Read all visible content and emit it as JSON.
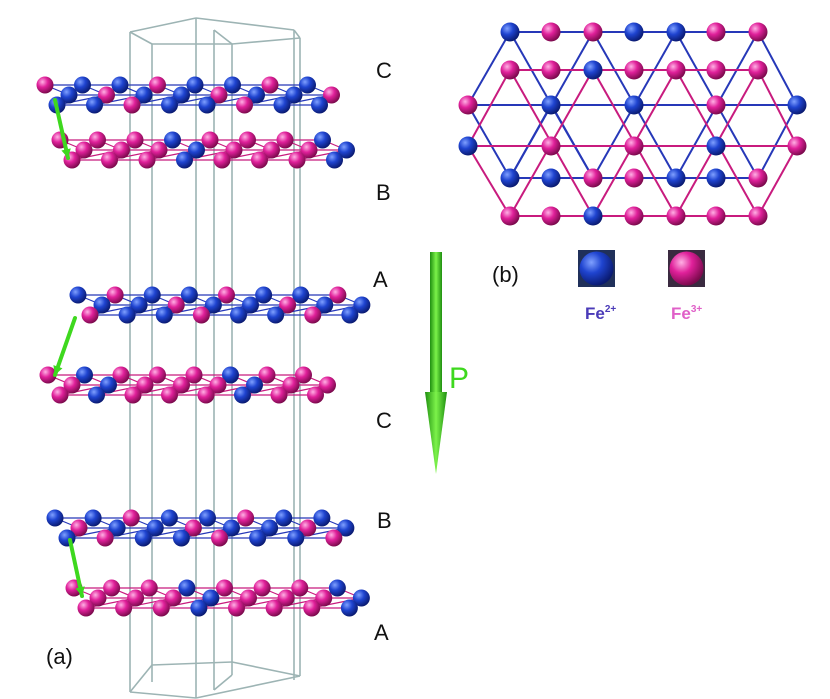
{
  "colors": {
    "fe2": "#1f3fc4",
    "fe2_line": "#2638b8",
    "fe3": "#d81e8c",
    "fe3_line": "#c81b7e",
    "cell": "#9db4b4",
    "arrow": "#3ed81e",
    "p_text": "#3ed81e",
    "legend_fe2_text": "#4a3ab8",
    "legend_fe3_text": "#e060c8"
  },
  "panel_a": {
    "label": "(a)",
    "layer_labels": [
      "C",
      "B",
      "A",
      "C",
      "B",
      "A"
    ],
    "polarization_label": "P"
  },
  "panel_b": {
    "label": "(b)"
  },
  "legend": {
    "fe2": {
      "base": "Fe",
      "charge": "2+"
    },
    "fe3": {
      "base": "Fe",
      "charge": "3+"
    }
  }
}
